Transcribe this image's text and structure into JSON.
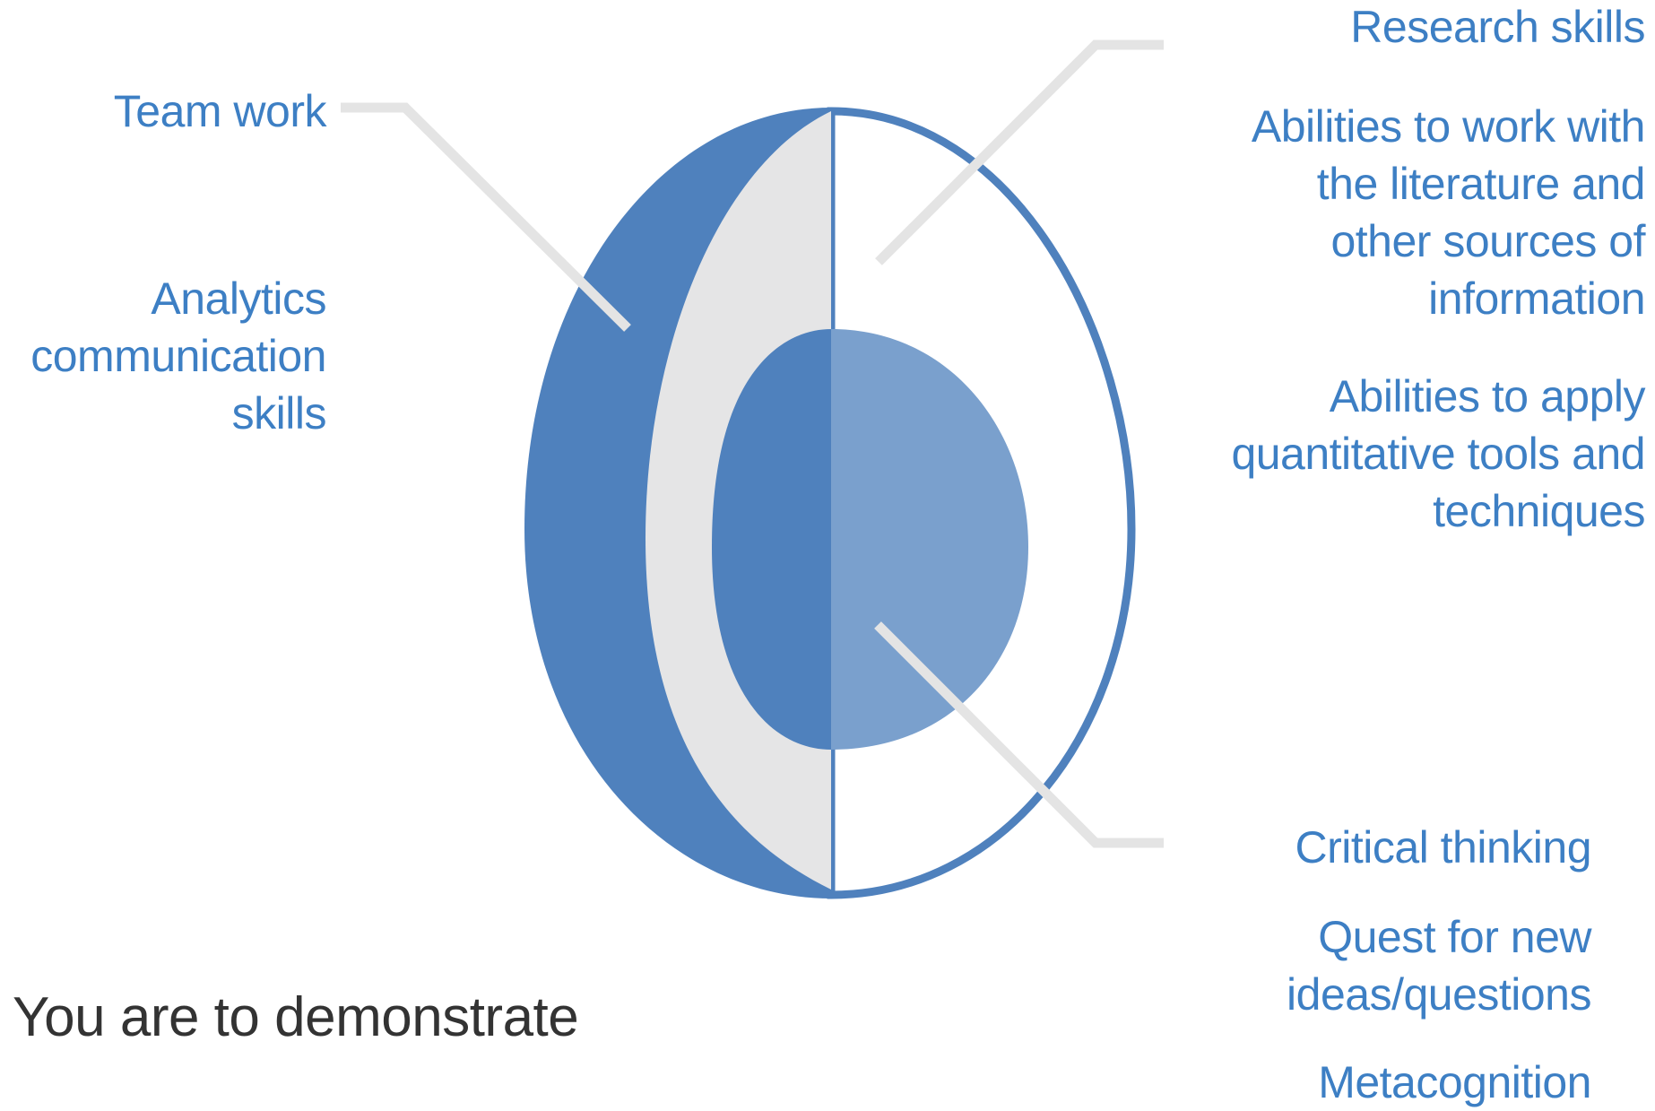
{
  "colors": {
    "dark_blue": "#4f81bd",
    "medium_blue": "#7aa0cd",
    "light_gray": "#e5e5e6",
    "connector_gray": "#e4e4e4",
    "label_blue": "#3d7fc4",
    "caption_text": "#333333"
  },
  "labels": {
    "team_work": "Team work",
    "analytics": "Analytics\ncommunication\nskills",
    "research": "Research skills",
    "literature": "Abilities to work with\nthe literature and\nother sources of\ninformation",
    "quantitative": "Abilities to apply\nquantitative tools and\ntechniques",
    "critical": "Critical thinking",
    "quest": "Quest  for new\nideas/questions",
    "metacognition": "Metacognition"
  },
  "caption": "You are to demonstrate"
}
